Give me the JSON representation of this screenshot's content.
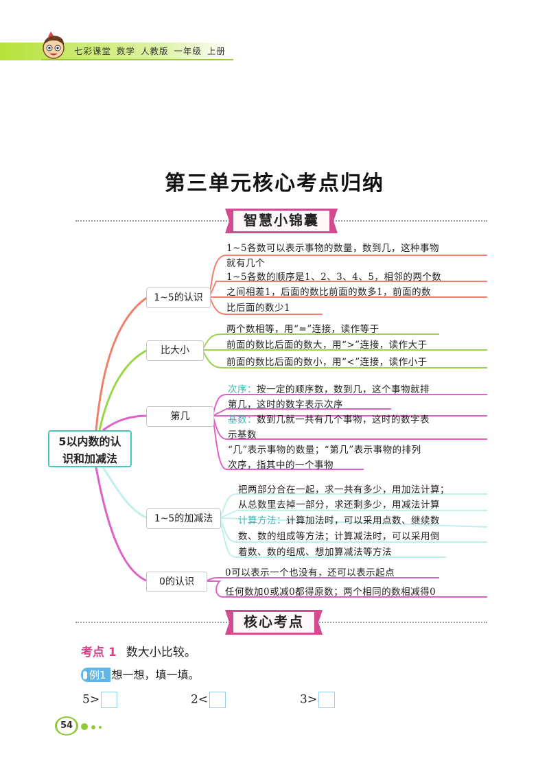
{
  "header": {
    "text": "七彩课堂  数学  人教版  一年级  上册"
  },
  "title": "第三单元核心考点归纳",
  "section1": {
    "banner": "智慧小锦囊"
  },
  "mindmap": {
    "root": {
      "line1": "5以内数的认",
      "line2": "识和加减法"
    },
    "branches": [
      {
        "label": "1~5的认识",
        "color": "#f0806c",
        "lines": [
          "1~5各数可以表示事物的数量，数到几，这种事物",
          "就有几个",
          "1~5各数的顺序是1、2、3、4、5，相邻的两个数",
          "之间相差1，后面的数比前面的数多1，前面的数",
          "比后面的数少1"
        ]
      },
      {
        "label": "比大小",
        "color": "#9ad64a",
        "lines": [
          "两个数相等，用“=”连接，读作等于",
          "前面的数比后面的数大，用“>”连接，读作大于",
          "前面的数比后面的数小，用“<”连接，读作小于"
        ]
      },
      {
        "label": "第几",
        "color": "#e060c8",
        "lines": [
          {
            "hl": "次序：",
            "text": "按一定的顺序数，数到几，这个事物就排"
          },
          {
            "hl": "",
            "text": "第几，这时的数字表示次序"
          },
          {
            "hl": "基数：",
            "text": "数到几就一共有几个事物，这时的数字表"
          },
          {
            "hl": "",
            "text": "示基数"
          },
          {
            "hl": "",
            "text": "“几”表示事物的数量；“第几”表示事物的排列"
          },
          {
            "hl": "",
            "text": "次序，指其中的一个事物"
          }
        ]
      },
      {
        "label": "1~5的加减法",
        "color": "#bff0ea",
        "lines": [
          {
            "hl": "",
            "text": "把两部分合在一起，求一共有多少，用加法计算；"
          },
          {
            "hl": "",
            "text": "从总数里去掉一部分，求还剩多少，用减法计算"
          },
          {
            "hl": "计算方法：",
            "text": "计算加法时，可以采用点数、继续数"
          },
          {
            "hl": "",
            "text": "数、数的组成等方法；计算减法时，可以采用倒"
          },
          {
            "hl": "",
            "text": "着数、数的组成、想加算减法等方法"
          }
        ]
      },
      {
        "label": "0的认识",
        "color": "#e060c8",
        "lines": [
          "0可以表示一个也没有，还可以表示起点",
          "任何数加0或减0都得原数；两个相同的数相减得0"
        ]
      }
    ]
  },
  "section2": {
    "banner": "核心考点"
  },
  "kaodian": {
    "label": "考点 1",
    "text": "数大小比较。"
  },
  "example": {
    "tag": "例1",
    "text": "想一想，填一填。"
  },
  "questions": [
    "5>",
    "2<",
    "3>"
  ],
  "page_number": "54"
}
